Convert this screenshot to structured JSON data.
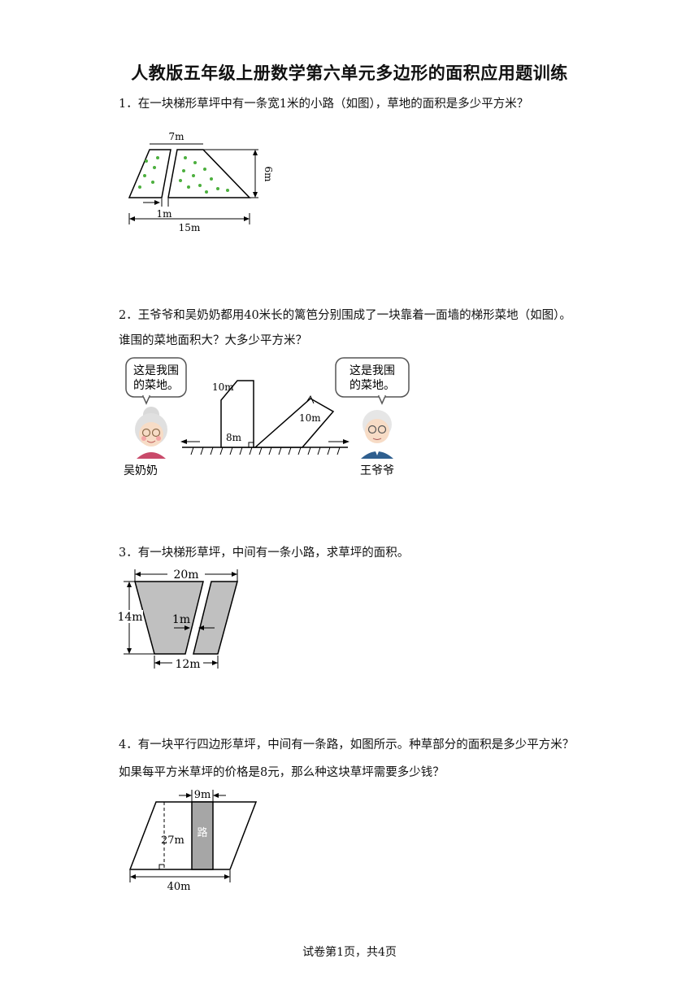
{
  "title": "人教版五年级上册数学第六单元多边形的面积应用题训练",
  "questions": [
    {
      "lines": [
        "1．在一块梯形草坪中有一条宽1米的小路（如图），草地的面积是多少平方米？"
      ],
      "figure": {
        "top": "7m",
        "height": "6m",
        "path": "1m",
        "bottom": "15m"
      }
    },
    {
      "lines": [
        "2．王爷爷和吴奶奶都用40米长的篱笆分别围成了一块靠着一面墙的梯形菜地（如图）。",
        "谁围的菜地面积大？大多少平方米？"
      ],
      "figure": {
        "left_bubble": [
          "这是我围",
          "的菜地。"
        ],
        "right_bubble": [
          "这是我围",
          "的菜地。"
        ],
        "left_name": "吴奶奶",
        "right_name": "王爷爷",
        "left_side": "10m",
        "left_base": "8m",
        "right_side": "10m"
      }
    },
    {
      "lines": [
        "3．有一块梯形草坪，中间有一条小路，求草坪的面积。"
      ],
      "figure": {
        "top": "20m",
        "height": "14m",
        "path": "1m",
        "bottom": "12m"
      }
    },
    {
      "lines": [
        "4．有一块平行四边形草坪，中间有一条路，如图所示。种草部分的面积是多少平方米？",
        "如果每平方米草坪的价格是8元，那么种这块草坪需要多少钱？"
      ],
      "figure": {
        "road_width": "9m",
        "road_label": "路",
        "height": "27m",
        "base": "40m"
      }
    }
  ],
  "footer": "试卷第1页，共4页",
  "colors": {
    "grass": "#4caf3e",
    "lawn_fill": "#c0c0c0",
    "road_fill": "#a6a6a6",
    "bubble_border": "#555555"
  }
}
